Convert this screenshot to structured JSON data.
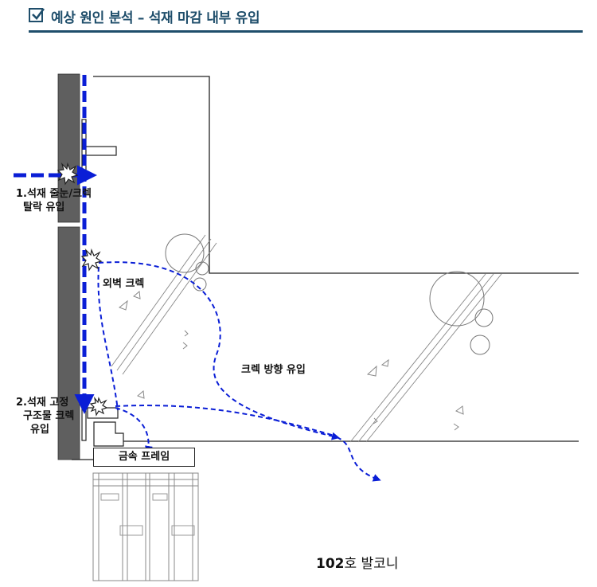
{
  "header": {
    "title": "예상 원인 분석 – 석재 마감 내부 유입",
    "icon": "checkbox-icon",
    "accent_color": "#1f4e6b"
  },
  "labels": {
    "path1_line1": "1.석재 줄눈/크렉",
    "path1_line2": "탈락 유입",
    "exterior_crack": "외벽 크렉",
    "crack_direction": "크렉 방향 유입",
    "path2_line1": "2.석재 고정",
    "path2_line2": "구조물 크렉",
    "path2_line3": "유입",
    "metal_frame": "금속 프레임"
  },
  "caption": {
    "number": "102",
    "text": "호 발코니"
  },
  "colors": {
    "water_arrow": "#0a1ed6",
    "stone": "#5f5f5f",
    "outline": "#222222"
  }
}
